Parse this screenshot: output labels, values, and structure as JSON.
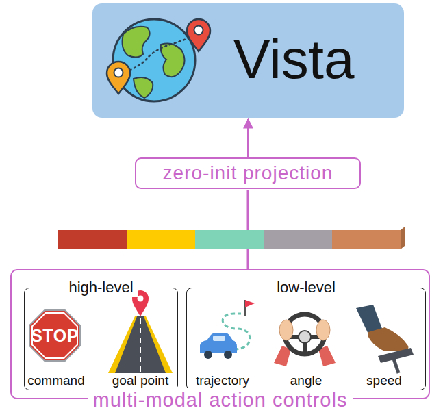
{
  "diagram": {
    "nodes": [
      {
        "text": [
          "Vista"
        ]
      },
      {
        "text": [
          "zero-init projection"
        ]
      },
      {
        "text": [
          "multi-modal action controls"
        ]
      },
      {
        "text": [
          "high-level"
        ],
        "in": 2
      },
      {
        "text": [
          "low-level"
        ],
        "in": 2
      }
    ],
    "edges": [
      {
        "from": 2,
        "to": 1,
        "arrow": "none"
      },
      {
        "from": 1,
        "to": 0,
        "arrow": "to"
      }
    ],
    "labels": [
      "STOP",
      "command",
      "goal point",
      "trajectory",
      "angle",
      "speed"
    ]
  }
}
